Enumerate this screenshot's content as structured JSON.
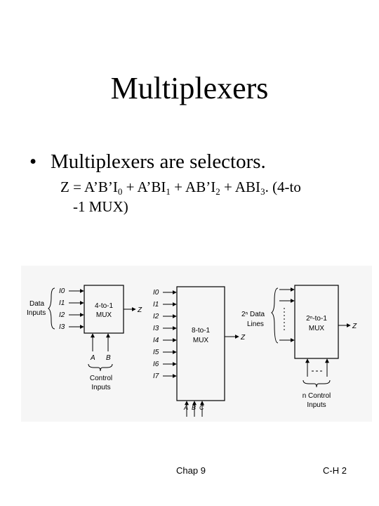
{
  "slide": {
    "title": "Multiplexers",
    "bullet_symbol": "•",
    "bullet": "Multiplexers are selectors.",
    "formula": {
      "z_eq": "Z = A’B’I",
      "s0": "0",
      "t1": " + A’BI",
      "s1": "1",
      "t2": " + AB’I",
      "s2": "2",
      "t3": " + ABI",
      "s3": "3",
      "t4": ". (4-to",
      "line2": "-1 MUX)"
    }
  },
  "diagram": {
    "mux4": {
      "group_label_1": "Data",
      "group_label_2": "Inputs",
      "inputs": [
        "I0",
        "I1",
        "I2",
        "I3"
      ],
      "box_label_1": "4-to-1",
      "box_label_2": "MUX",
      "output": "Z",
      "selects": [
        "A",
        "B"
      ],
      "control_label_1": "Control",
      "control_label_2": "Inputs"
    },
    "mux8": {
      "inputs": [
        "I0",
        "I1",
        "I2",
        "I3",
        "I4",
        "I5",
        "I6",
        "I7"
      ],
      "box_label_1": "8-to-1",
      "box_label_2": "MUX",
      "output": "Z",
      "selects": [
        "A",
        "B",
        "C"
      ]
    },
    "muxn": {
      "data_label_1": "2ⁿ Data",
      "data_label_2": "Lines",
      "box_label_1": "2ⁿ-to-1",
      "box_label_2": "MUX",
      "output": "Z",
      "control_label_1": "n Control",
      "control_label_2": "Inputs"
    }
  },
  "footer": {
    "left": "Chap 9",
    "right": "C-H 2"
  }
}
